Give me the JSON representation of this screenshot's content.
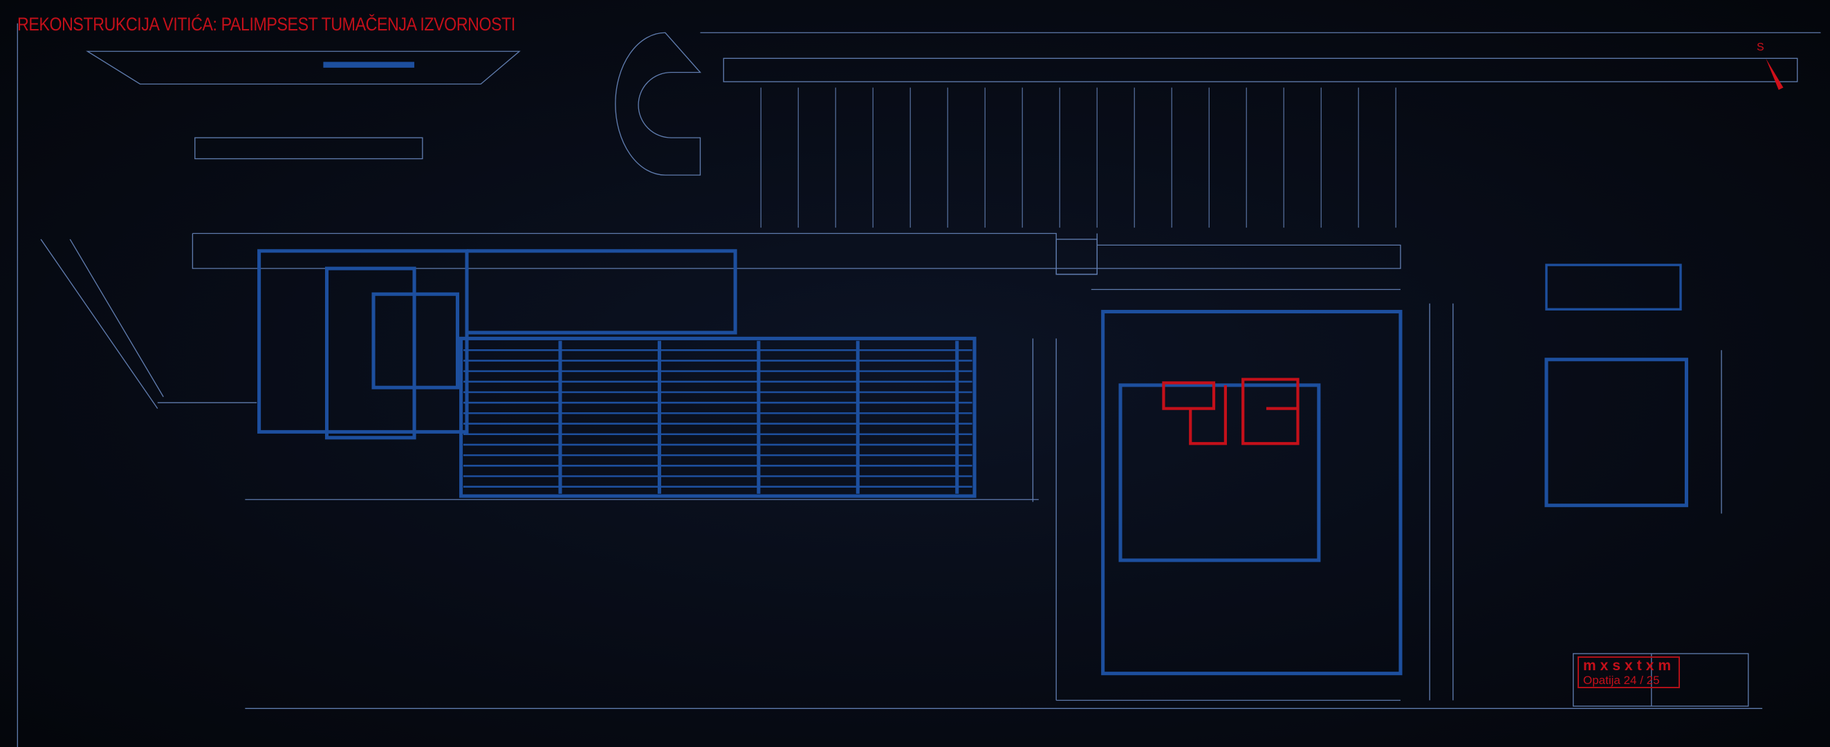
{
  "header": {
    "title": "REKONSTRUKCIJA VITIĆA: PALIMPSEST TUMAČENJA IZVORNOSTI"
  },
  "north_marker": {
    "label": "S",
    "color": "#d0101a"
  },
  "stamp": {
    "brand": "mxsxtxm",
    "place": "Opatija  24 / 25",
    "color": "#c4101a"
  },
  "colors": {
    "background": "#070b15",
    "line": "#6f8fc8",
    "wall": "#1d4f9e",
    "highlight": "#c4101a"
  }
}
